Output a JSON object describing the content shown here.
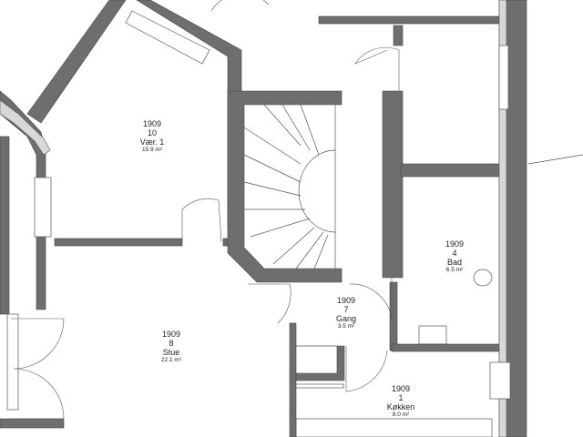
{
  "title": "Floor plan",
  "colors": {
    "wall": "#6e6e6e",
    "line": "#555555",
    "background": "#ffffff"
  },
  "rooms": [
    {
      "building": "1909",
      "number": "10",
      "name": "Vær. 1",
      "area": "15.9 m²"
    },
    {
      "building": "1909",
      "number": "4",
      "name": "Bad",
      "area": "6.5 m²"
    },
    {
      "building": "1909",
      "number": "7",
      "name": "Gang",
      "area": "3.5 m²"
    },
    {
      "building": "1909",
      "number": "8",
      "name": "Stue",
      "area": "22.1 m²"
    },
    {
      "building": "1909",
      "number": "1",
      "name": "Køkken",
      "area": "8.0 m²"
    }
  ]
}
